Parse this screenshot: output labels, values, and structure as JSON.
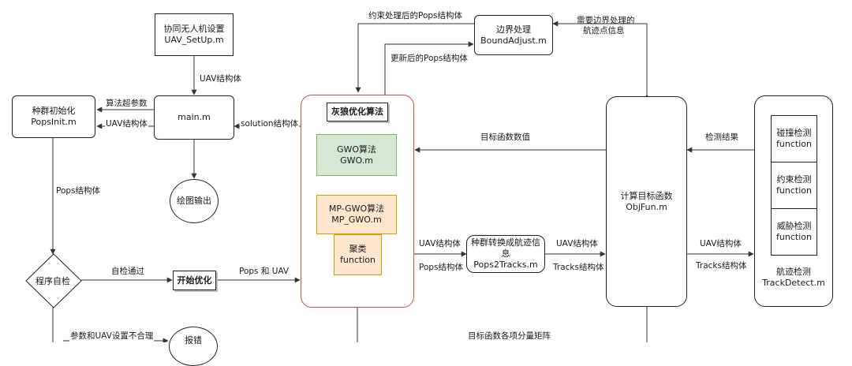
{
  "nodes": {
    "setup": {
      "line1": "协同无人机设置",
      "line2": "UAV_SetUp.m"
    },
    "main": {
      "label": "main.m"
    },
    "popsinit": {
      "line1": "种群初始化",
      "line2": "PopsInit.m"
    },
    "plot": {
      "label": "绘图输出"
    },
    "selfcheck": {
      "label": "程序自检"
    },
    "start": {
      "label": "开始优化"
    },
    "partial_bottom": {
      "label": "报错"
    },
    "gwo_container": {
      "title": "灰狼优化算法"
    },
    "gwo": {
      "line1": "GWO算法",
      "line2": "GWO.m"
    },
    "mpgwo": {
      "line1": "MP-GWO算法",
      "line2": "MP_GWO.m"
    },
    "cluster": {
      "line1": "聚类",
      "line2": "function"
    },
    "pops2tracks": {
      "line1": "种群转换成航迹信息",
      "line2": "Pops2Tracks.m"
    },
    "boundadjust": {
      "line1": "边界处理",
      "line2": "BoundAdjust.m"
    },
    "objfun": {
      "line1": "计算目标函数",
      "line2": "ObjFun.m"
    },
    "trackdetect": {
      "line1": "航迹检测",
      "line2": "TrackDetect.m"
    },
    "collision": {
      "line1": "碰撞检测",
      "line2": "function"
    },
    "constraint": {
      "line1": "约束检测",
      "line2": "function"
    },
    "threat": {
      "line1": "威胁检测",
      "line2": "function"
    }
  },
  "edges": {
    "uav_struct_top": "UAV结构体",
    "algo_params": "算法超参数",
    "uav_struct_left": "UAV结构体",
    "solution_struct": "solution结构体",
    "pops_struct_down": "Pops结构体",
    "self_check_pass": "自检通过",
    "pops_and_uav": "Pops 和 UAV",
    "check_fail": "参数和UAV设置不合理",
    "constrained_pops": "约束处理后的Pops结构体",
    "updated_pops": "更新后的Pops结构体",
    "need_boundary": "需要边界处理的",
    "waypoint_info": "航迹点信息",
    "obj_value": "目标函数数值",
    "detect_result": "检测结果",
    "uav_struct_mid1": "UAV结构体",
    "pops_struct_mid": "Pops结构体",
    "uav_struct_mid2": "UAV结构体",
    "tracks_struct_mid": "Tracks结构体",
    "uav_struct_right": "UAV结构体",
    "tracks_struct_right": "Tracks结构体",
    "obj_matrix": "目标函数各项分量矩阵"
  }
}
